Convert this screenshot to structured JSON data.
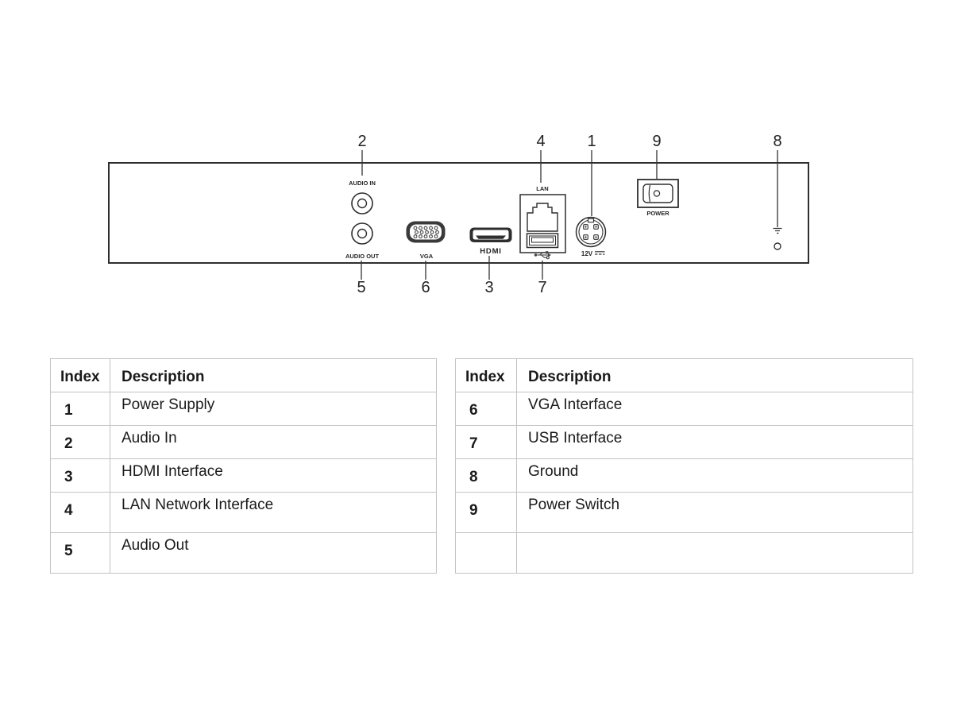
{
  "diagram": {
    "callouts": {
      "top": [
        "2",
        "4",
        "1",
        "9",
        "8"
      ],
      "bottom": [
        "5",
        "6",
        "3",
        "7"
      ]
    },
    "panel_labels": {
      "audio_in": "AUDIO IN",
      "audio_out": "AUDIO OUT",
      "vga": "VGA",
      "hdmi": "HDMI",
      "lan": "LAN",
      "dc_12v": "12V",
      "power": "POWER"
    },
    "colors": {
      "outline": "#2e2e2e",
      "callout_line": "#333333",
      "table_border": "#c3c3c3"
    }
  },
  "tables": [
    {
      "headers": {
        "index": "Index",
        "description": "Description"
      },
      "rows": [
        {
          "index": "1",
          "description": "Power Supply"
        },
        {
          "index": "2",
          "description": "Audio In"
        },
        {
          "index": "3",
          "description": "HDMI Interface"
        },
        {
          "index": "4",
          "description": "LAN Network Interface"
        },
        {
          "index": "5",
          "description": "Audio Out"
        }
      ]
    },
    {
      "headers": {
        "index": "Index",
        "description": "Description"
      },
      "rows": [
        {
          "index": "6",
          "description": "VGA Interface"
        },
        {
          "index": "7",
          "description": "USB Interface"
        },
        {
          "index": "8",
          "description": "Ground"
        },
        {
          "index": "9",
          "description": "Power Switch"
        },
        {
          "index": "",
          "description": ""
        }
      ]
    }
  ]
}
